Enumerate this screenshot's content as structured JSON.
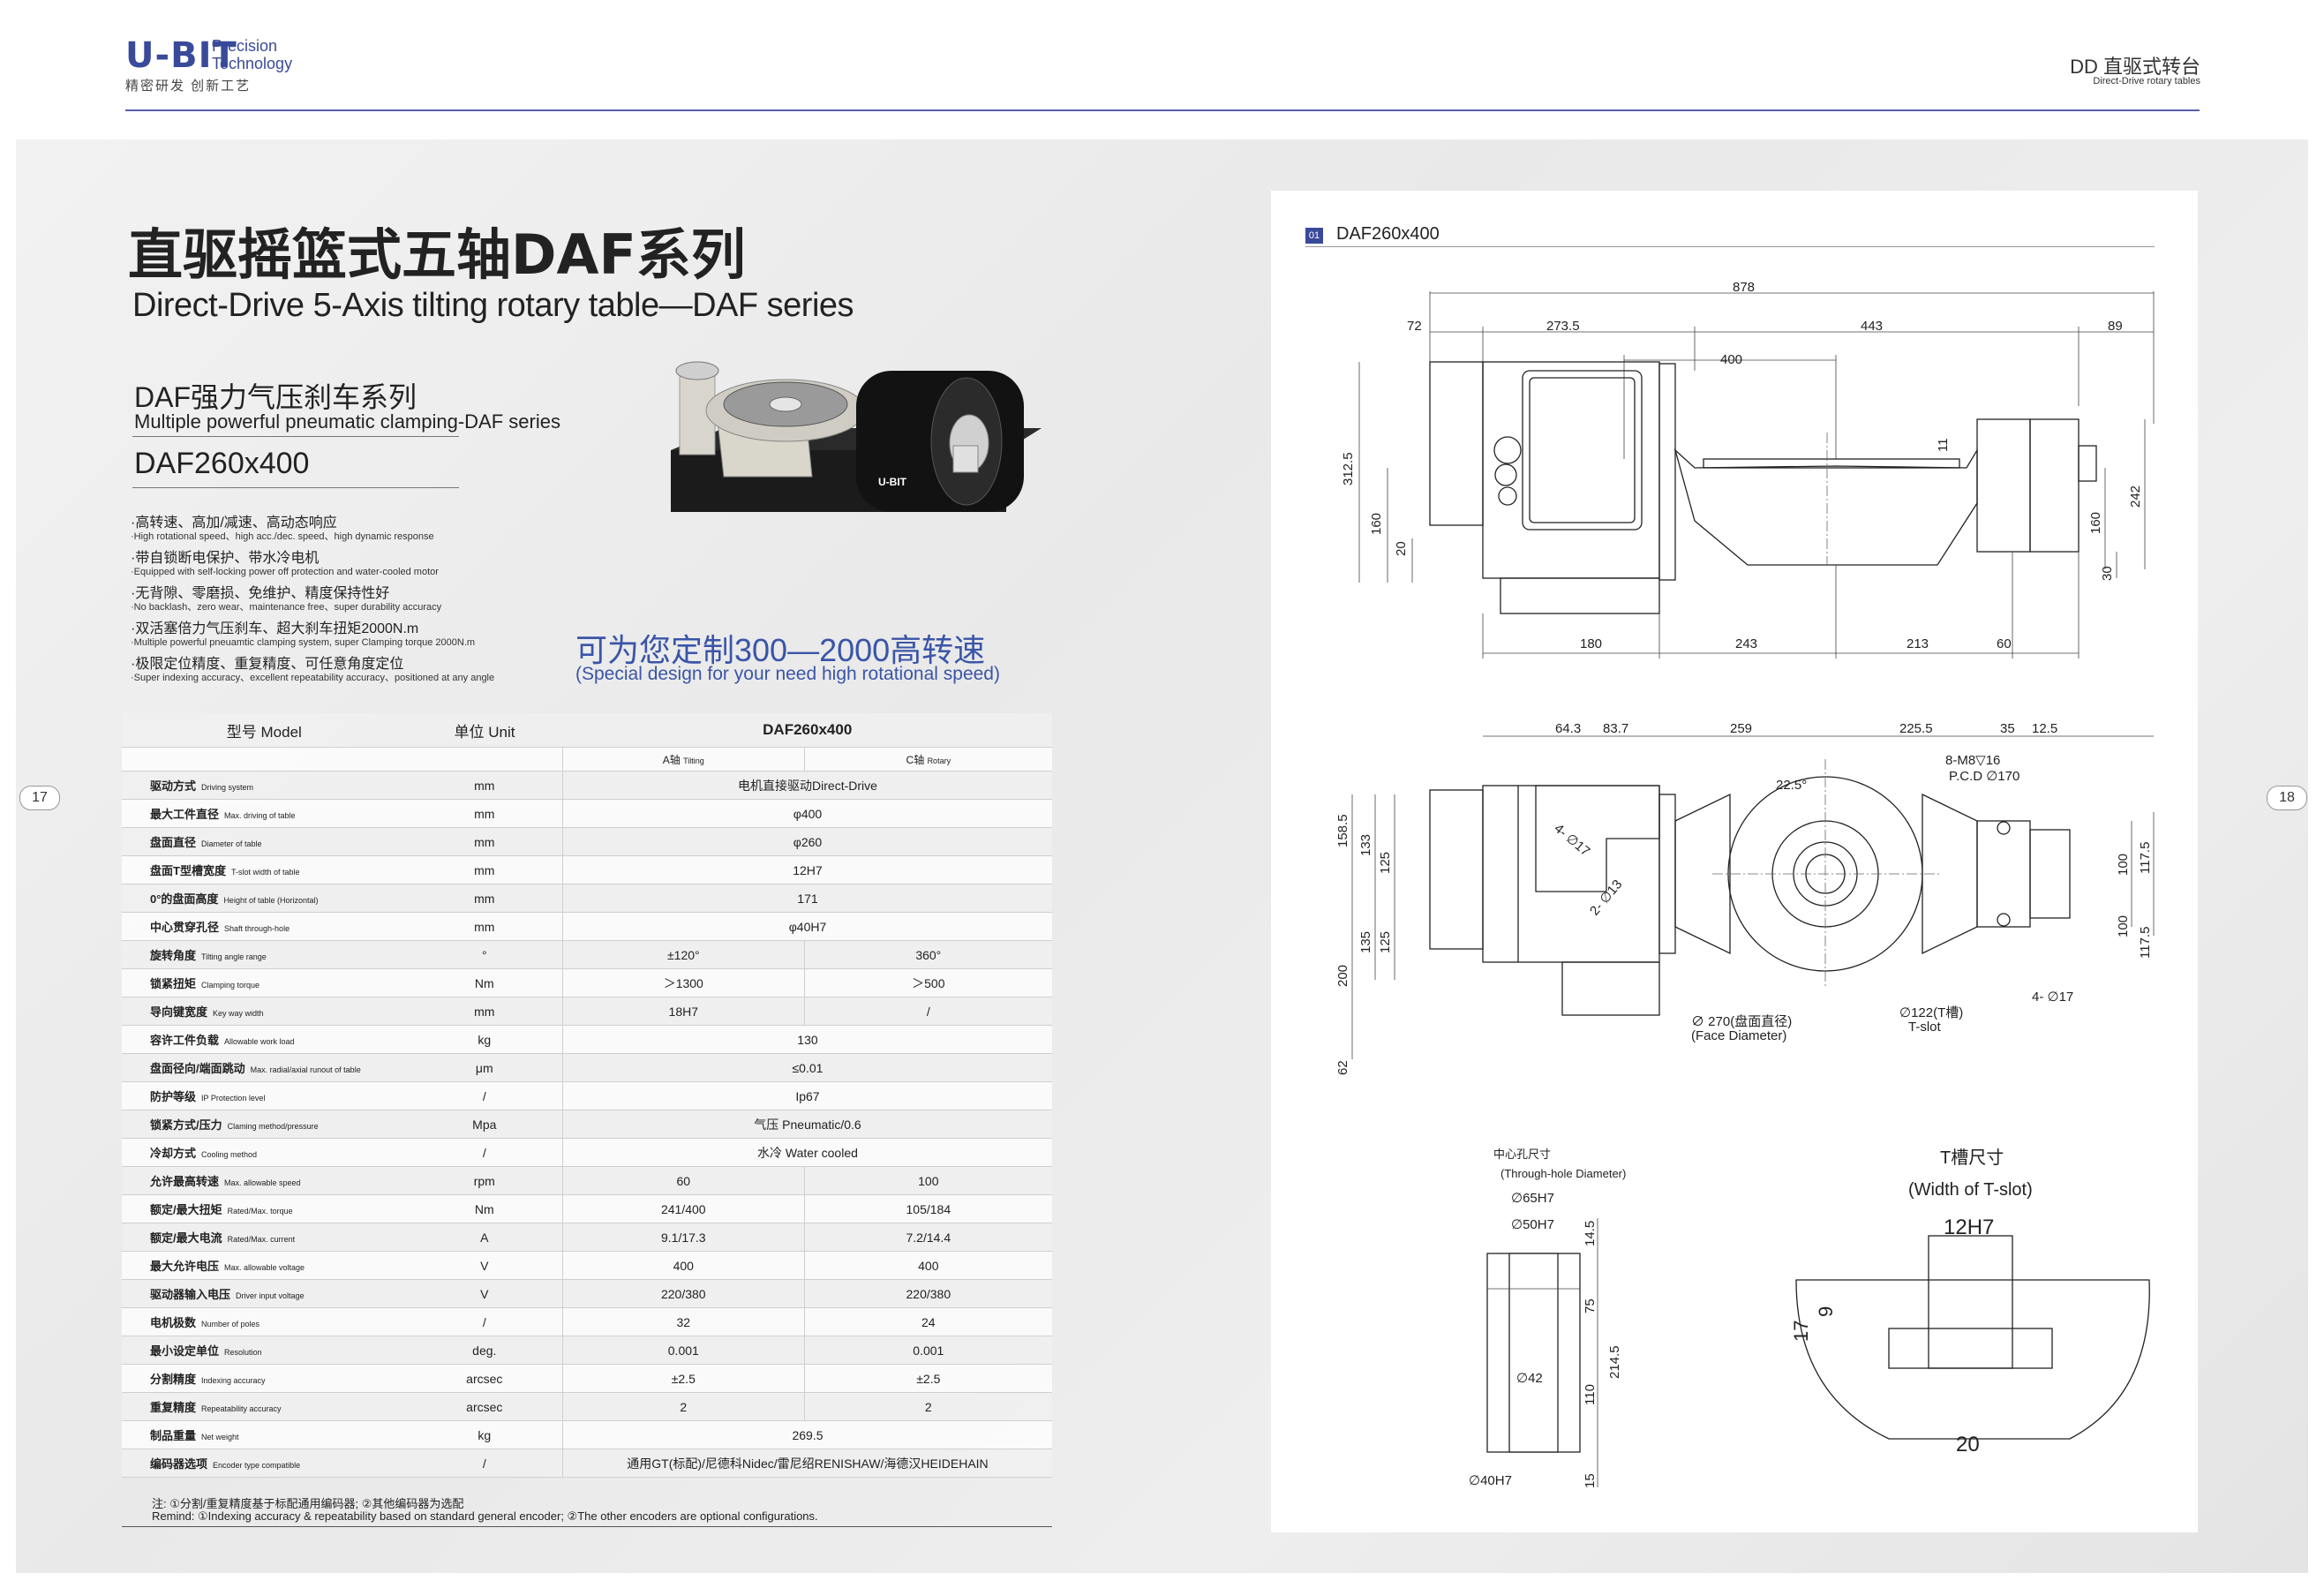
{
  "header": {
    "logo": "U-BIT",
    "logo_sub": "Precision Technology",
    "tagline": "精密研发 创新工艺",
    "right_cn": "DD 直驱式转台",
    "right_en": "Direct-Drive rotary tables"
  },
  "title": {
    "cn": "直驱摇篮式五轴DAF系列",
    "en": "Direct-Drive 5-Axis tilting rotary table—DAF series"
  },
  "subtitle": {
    "cn": "DAF强力气压刹车系列",
    "en": "Multiple powerful pneumatic clamping-DAF series",
    "model": "DAF260x400"
  },
  "product": {
    "brand": "U-BIT"
  },
  "features": [
    {
      "cn": "·高转速、高加/减速、高动态响应",
      "en": "·High rotational speed、high acc./dec. speed、high dynamic response"
    },
    {
      "cn": "·带自锁断电保护、带水冷电机",
      "en": "·Equipped with self-locking power off protection and water-cooled motor"
    },
    {
      "cn": "·无背隙、零磨损、免维护、精度保持性好",
      "en": "·No backlash、zero wear、maintenance free、super durability accuracy"
    },
    {
      "cn": "·双活塞倍力气压刹车、超大刹车扭矩2000N.m",
      "en": "·Multiple powerful pneuamtic clamping system, super Clamping torque 2000N.m"
    },
    {
      "cn": "·极限定位精度、重复精度、可任意角度定位",
      "en": "·Super indexing accuracy、excellent repeatability accuracy、positioned at any angle"
    }
  ],
  "custom": {
    "cn": "可为您定制300—2000高转速",
    "en": "(Special design for your need high rotational  speed)"
  },
  "table": {
    "head": {
      "model": "型号 Model",
      "unit": "单位 Unit",
      "product": "DAF260x400"
    },
    "subhead": {
      "a": "A轴",
      "a_en": "Tilting",
      "c": "C轴",
      "c_en": "Rotary"
    },
    "rows": [
      {
        "cn": "驱动方式",
        "en": "Driving system",
        "unit": "mm",
        "span": "电机直接驱动Direct-Drive"
      },
      {
        "cn": "最大工件直径",
        "en": "Max. driving of table",
        "unit": "mm",
        "span": "φ400"
      },
      {
        "cn": "盘面直径",
        "en": "Diameter of table",
        "unit": "mm",
        "span": "φ260"
      },
      {
        "cn": "盘面T型槽宽度",
        "en": "T-slot width of table",
        "unit": "mm",
        "span": "12H7"
      },
      {
        "cn": "0°的盘面高度",
        "en": "Height of table (Horizontal)",
        "unit": "mm",
        "span": "171"
      },
      {
        "cn": "中心贯穿孔径",
        "en": "Shaft through-hole",
        "unit": "mm",
        "span": "φ40H7"
      },
      {
        "cn": "旋转角度",
        "en": "Tilting angle range",
        "unit": "°",
        "a": "±120°",
        "c": "360°"
      },
      {
        "cn": "锁紧扭矩",
        "en": "Clamping torque",
        "unit": "Nm",
        "a": "＞1300",
        "c": "＞500"
      },
      {
        "cn": "导向键宽度",
        "en": "Key way width",
        "unit": "mm",
        "a": "18H7",
        "c": "/"
      },
      {
        "cn": "容许工件负载",
        "en": "Allowable work load",
        "unit": "kg",
        "span": "130"
      },
      {
        "cn": "盘面径向/端面跳动",
        "en": "Max. radial/axial runout of table",
        "unit": "μm",
        "span": "≤0.01"
      },
      {
        "cn": "防护等级",
        "en": "IP Protection level",
        "unit": "/",
        "span": "Ip67"
      },
      {
        "cn": "锁紧方式/压力",
        "en": "Claming method/pressure",
        "unit": "Mpa",
        "span": "气压 Pneumatic/0.6"
      },
      {
        "cn": "冷却方式",
        "en": "Cooling method",
        "unit": "/",
        "span": "水冷 Water cooled"
      },
      {
        "cn": "允许最高转速",
        "en": "Max. allowable speed",
        "unit": "rpm",
        "a": "60",
        "c": "100"
      },
      {
        "cn": "额定/最大扭矩",
        "en": "Rated/Max. torque",
        "unit": "Nm",
        "a": "241/400",
        "c": "105/184"
      },
      {
        "cn": "额定/最大电流",
        "en": "Rated/Max. current",
        "unit": "A",
        "a": "9.1/17.3",
        "c": "7.2/14.4"
      },
      {
        "cn": "最大允许电压",
        "en": "Max. allowable voltage",
        "unit": "V",
        "a": "400",
        "c": "400"
      },
      {
        "cn": "驱动器输入电压",
        "en": "Driver input voltage",
        "unit": "V",
        "a": "220/380",
        "c": "220/380"
      },
      {
        "cn": "电机极数",
        "en": "Number of poles",
        "unit": "/",
        "a": "32",
        "c": "24"
      },
      {
        "cn": "最小设定单位",
        "en": "Resolution",
        "unit": "deg.",
        "a": "0.001",
        "c": "0.001"
      },
      {
        "cn": "分割精度",
        "en": "Indexing accuracy",
        "unit": "arcsec",
        "a": "±2.5",
        "c": "±2.5"
      },
      {
        "cn": "重复精度",
        "en": "Repeatability accuracy",
        "unit": "arcsec",
        "a": "2",
        "c": "2"
      },
      {
        "cn": "制品重量",
        "en": "Net weight",
        "unit": "kg",
        "span": "269.5"
      },
      {
        "cn": "编码器选项",
        "en": "Encoder type compatible",
        "unit": "/",
        "span": "通用GT(标配)/尼德科Nidec/雷尼绍RENISHAW/海德汉HEIDEHAIN"
      }
    ],
    "note1": "注: ①分割/重复精度基于标配通用编码器; ②其他编码器为选配",
    "note2": "Remind: ①Indexing accuracy & repeatability based on standard general encoder; ②The other encoders are optional configurations."
  },
  "pages": {
    "left": "17",
    "right": "18"
  },
  "drawing": {
    "badge": "01",
    "title": "DAF260x400",
    "top_view": {
      "d_total": "878",
      "d_72": "72",
      "d_273": "273.5",
      "d_443": "443",
      "d_89": "89",
      "d_400": "400",
      "d_11": "11",
      "d_312": "312.5",
      "d_160l": "160",
      "d_20": "20",
      "d_160r": "160",
      "d_242": "242",
      "d_30": "30",
      "d_180": "180",
      "d_243": "243",
      "d_213": "213",
      "d_60": "60"
    },
    "side_view": {
      "d_64": "64.3",
      "d_83": "83.7",
      "d_259": "259",
      "d_225": "225.5",
      "d_35": "35",
      "d_12": "12.5",
      "bolt": "8-M8▽16",
      "pcd": "P.C.D  ∅170",
      "ang": "22.5°",
      "d_4_17a": "4- ∅17",
      "d_2_13": "2- ∅13",
      "d_158": "158.5",
      "d_133a": "133",
      "d_125a": "125",
      "d_135": "135",
      "d_125b": "125",
      "d_200": "200",
      "d_62": "62",
      "d_100a": "100",
      "d_1175a": "117.5",
      "d_100b": "100",
      "d_1175b": "117.5",
      "face_cn": "∅ 270(盘面直径)",
      "face_en": "(Face Diameter)",
      "tslot_cn": "∅122(T槽)",
      "tslot_en": "T-slot",
      "d_4_17b": "4- ∅17"
    },
    "hole": {
      "title_cn": "中心孔尺寸",
      "title_en": "(Through-hole Diameter)",
      "d_65": "∅65H7",
      "d_50": "∅50H7",
      "d_42": "∅42",
      "d_40": "∅40H7",
      "d_145": "14.5",
      "d_75": "75",
      "d_2145": "214.5",
      "d_110": "110",
      "d_15": "15"
    },
    "tslot": {
      "title_cn": "T槽尺寸",
      "title_en": "(Width of T-slot)",
      "d_12h7": "12H7",
      "d_9": "9",
      "d_17": "17",
      "d_20": "20"
    }
  }
}
